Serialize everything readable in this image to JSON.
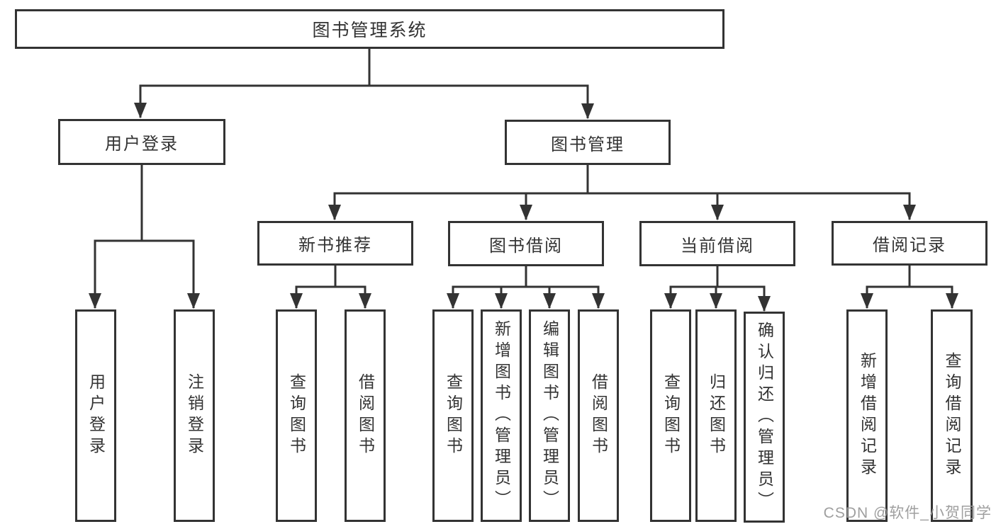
{
  "diagram": {
    "root": "图书管理系统",
    "level2": [
      "用户登录",
      "图书管理"
    ],
    "level3": [
      "新书推荐",
      "图书借阅",
      "当前借阅",
      "借阅记录"
    ],
    "leaves": {
      "user_login": [
        "用户登录",
        "注销登录"
      ],
      "new_book": [
        "查询图书",
        "借阅图书"
      ],
      "book_borrow": [
        "查询图书",
        "新增图书（管理员）",
        "编辑图书（管理员）",
        "借阅图书"
      ],
      "current_borrow": [
        "查询图书",
        "归还图书",
        "确认归还（管理员）"
      ],
      "borrow_record": [
        "新增借阅记录",
        "查询借阅记录"
      ]
    }
  },
  "watermark": "CSDN @软件_小贺同学",
  "colors": {
    "line": "#333333",
    "background": "#ffffff",
    "text": "#333333",
    "watermark": "#9a9a9a"
  }
}
